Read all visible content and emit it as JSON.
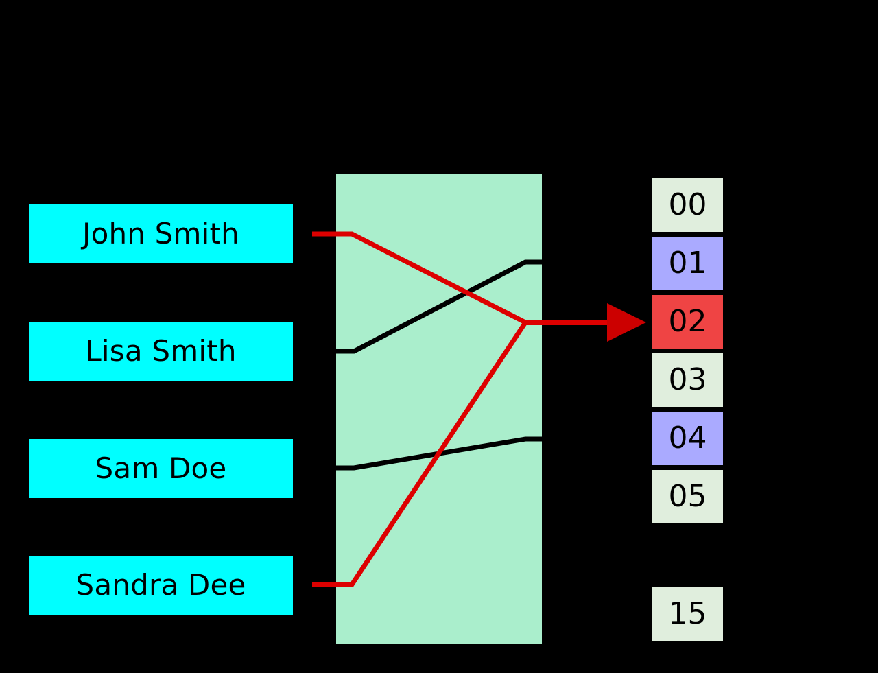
{
  "diagram": {
    "title": "hash-function-mapping",
    "colors": {
      "background": "#000000",
      "key_box": "#00FFFF",
      "hash_panel": "#AAEECC",
      "slot_default": "#E0EEDD",
      "slot_occupied": "#AAAAFF",
      "slot_target": "#EF4444",
      "wire_active": "#DD0000",
      "wire_inactive": "#000000"
    }
  },
  "keys": [
    {
      "id": "key-john-smith",
      "label": "John Smith",
      "wire_color": "#DD0000"
    },
    {
      "id": "key-lisa-smith",
      "label": "Lisa Smith",
      "wire_color": "#000000"
    },
    {
      "id": "key-sam-doe",
      "label": "Sam Doe",
      "wire_color": "#000000"
    },
    {
      "id": "key-sandra-dee",
      "label": "Sandra Dee",
      "wire_color": "#DD0000"
    }
  ],
  "hash_panel": {
    "label": ""
  },
  "slots": [
    {
      "id": "slot-00",
      "label": "00",
      "state": "empty"
    },
    {
      "id": "slot-01",
      "label": "01",
      "state": "occupied"
    },
    {
      "id": "slot-02",
      "label": "02",
      "state": "target"
    },
    {
      "id": "slot-03",
      "label": "03",
      "state": "empty"
    },
    {
      "id": "slot-04",
      "label": "04",
      "state": "occupied"
    },
    {
      "id": "slot-05",
      "label": "05",
      "state": "empty"
    },
    {
      "id": "slot-15",
      "label": "15",
      "state": "empty"
    }
  ],
  "arrow": {
    "target_slot": "02",
    "color": "#DD0000"
  }
}
